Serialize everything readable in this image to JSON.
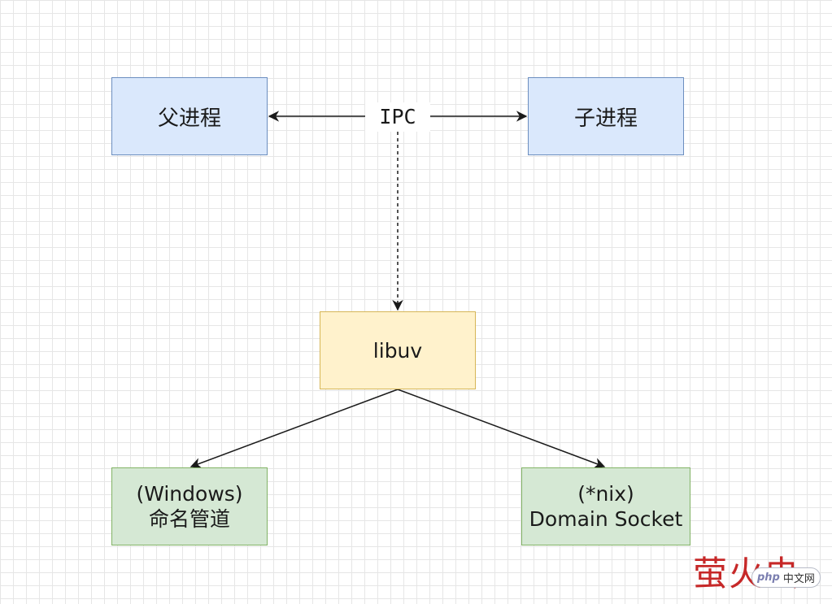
{
  "diagram": {
    "nodes": {
      "parent": {
        "label": "父进程"
      },
      "child": {
        "label": "子进程"
      },
      "libuv": {
        "label": "libuv"
      },
      "windows": {
        "line1": "(Windows)",
        "line2": "命名管道"
      },
      "nix": {
        "line1": "(*nix)",
        "line2": "Domain Socket"
      }
    },
    "edges": {
      "ipc_label": "IPC",
      "ipc_to_libuv": {
        "style": "dashed"
      }
    },
    "colors": {
      "blue_fill": "#dae8fc",
      "blue_border": "#6c8ebf",
      "yellow_fill": "#fff2cc",
      "yellow_border": "#d6b656",
      "green_fill": "#d5e8d4",
      "green_border": "#82b366",
      "edge": "#1a1a1a"
    }
  },
  "watermark": {
    "big_text": "萤火虫",
    "badge_brand": "php",
    "badge_text": "中文网",
    "color": "#c62828"
  }
}
